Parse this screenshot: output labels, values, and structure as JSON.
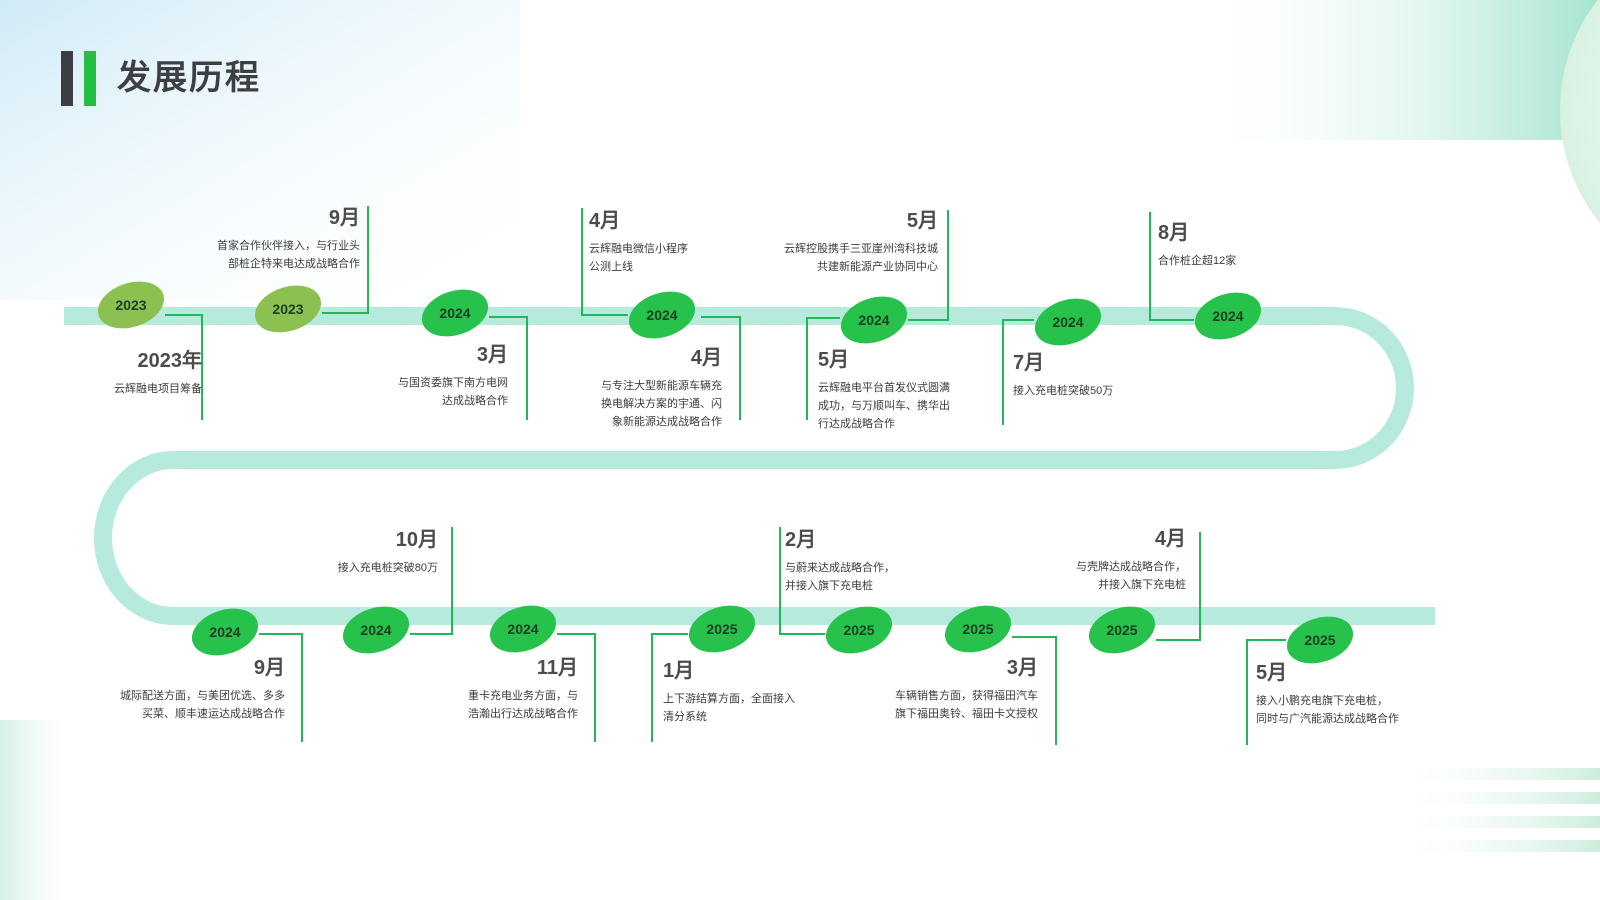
{
  "page_title": "发展历程",
  "colors": {
    "track": "#b6eadc",
    "connector": "#21b957",
    "node_2023": "#8cc152",
    "node_green": "#26c24c",
    "title_accent": "#22bf44",
    "title_dark": "#3b3f44"
  },
  "milestones": [
    {
      "year": "2023",
      "date": "2023年",
      "desc": "云辉融电项目筹备"
    },
    {
      "year": "2023",
      "date": "9月",
      "desc": "首家合作伙伴接入，与行业头\n部桩企特来电达成战略合作"
    },
    {
      "year": "2024",
      "date": "3月",
      "desc": "与国资委旗下南方电网\n达成战略合作"
    },
    {
      "year": "2024",
      "date": "4月",
      "desc": "云辉融电微信小程序\n公测上线"
    },
    {
      "year": "2024",
      "date": "4月",
      "desc": "与专注大型新能源车辆充\n换电解决方案的宇通、闪\n象新能源达成战略合作"
    },
    {
      "year": "2024",
      "date": "5月",
      "desc": "云辉控股携手三亚崖州湾科技城\n共建新能源产业协同中心"
    },
    {
      "year": "2024",
      "date": "5月",
      "desc": "云辉融电平台首发仪式圆满\n成功，与万顺叫车、携华出\n行达成战略合作"
    },
    {
      "year": "2024",
      "date": "7月",
      "desc": "接入充电桩突破50万"
    },
    {
      "year": "2024",
      "date": "8月",
      "desc": "合作桩企超12家"
    },
    {
      "year": "2024",
      "date": "9月",
      "desc": "城际配送方面，与美团优选、多多\n买菜、顺丰速运达成战略合作"
    },
    {
      "year": "2024",
      "date": "10月",
      "desc": "接入充电桩突破80万"
    },
    {
      "year": "2024",
      "date": "11月",
      "desc": "重卡充电业务方面，与\n浩瀚出行达成战略合作"
    },
    {
      "year": "2025",
      "date": "1月",
      "desc": "上下游结算方面，全面接入\n清分系统"
    },
    {
      "year": "2025",
      "date": "2月",
      "desc": "与蔚来达成战略合作，\n并接入旗下充电桩"
    },
    {
      "year": "2025",
      "date": "3月",
      "desc": "车辆销售方面，获得福田汽车\n旗下福田奥铃、福田卡文授权"
    },
    {
      "year": "2025",
      "date": "4月",
      "desc": "与壳牌达成战略合作，\n并接入旗下充电桩"
    },
    {
      "year": "2025",
      "date": "5月",
      "desc": "接入小鹏充电旗下充电桩，\n同时与广汽能源达成战略合作"
    }
  ]
}
